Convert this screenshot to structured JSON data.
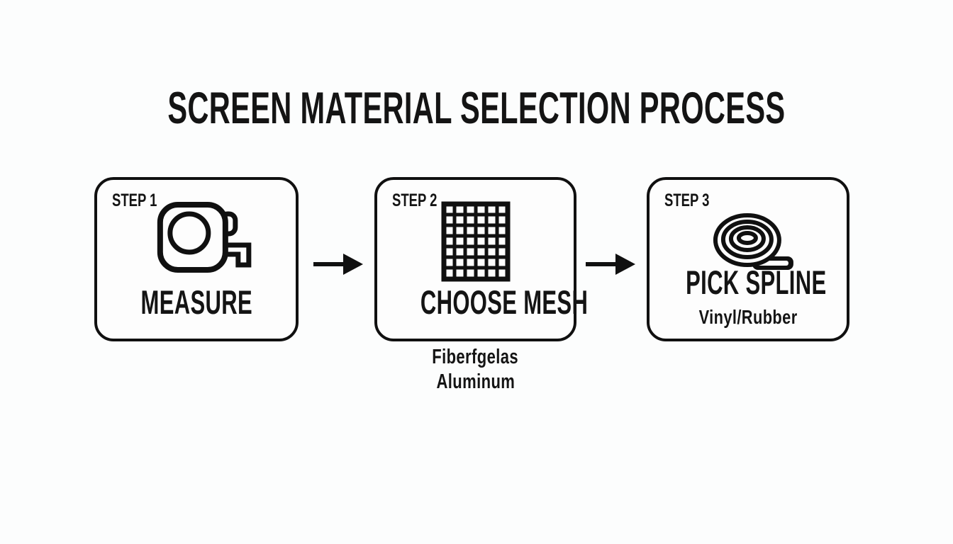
{
  "page": {
    "background_color": "#fcfdfd",
    "ink_color": "#141414"
  },
  "title": "SCREEN MATERIAL SELECTION PROCESS",
  "steps": [
    {
      "step_label": "STEP 1",
      "label": "MEASURE",
      "icon": "tape-measure-icon"
    },
    {
      "step_label": "STEP 2",
      "label": "CHOOSE MESH",
      "icon": "mesh-grid-icon",
      "options": [
        "Fiberfgelas",
        "Aluminum"
      ]
    },
    {
      "step_label": "STEP 3",
      "label": "PICK SPLINE",
      "sublabel": "Vinyl/Rubber",
      "icon": "spline-coil-icon"
    }
  ],
  "connectors": [
    {
      "icon": "arrow-right-icon"
    },
    {
      "icon": "arrow-right-icon"
    }
  ]
}
